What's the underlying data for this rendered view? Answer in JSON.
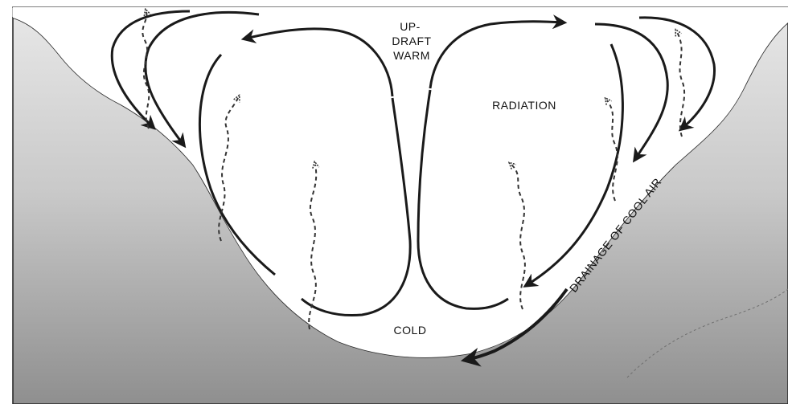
{
  "labels": {
    "updraft_line1": "UP-",
    "updraft_line2": "DRAFT",
    "updraft_line3": "WARM",
    "radiation": "RADIATION",
    "cold": "COLD",
    "drainage": "DRAINAGE OF COOL AIR"
  },
  "colors": {
    "terrain_light": "#dedede",
    "terrain_dark": "#9a9a9a",
    "air": "#ffffff",
    "arrow": "#1a1a1a"
  },
  "icons": {
    "circulation_arrow": "solid-curved-arrow",
    "radiation_arrow": "dashed-wavy-arrow"
  }
}
